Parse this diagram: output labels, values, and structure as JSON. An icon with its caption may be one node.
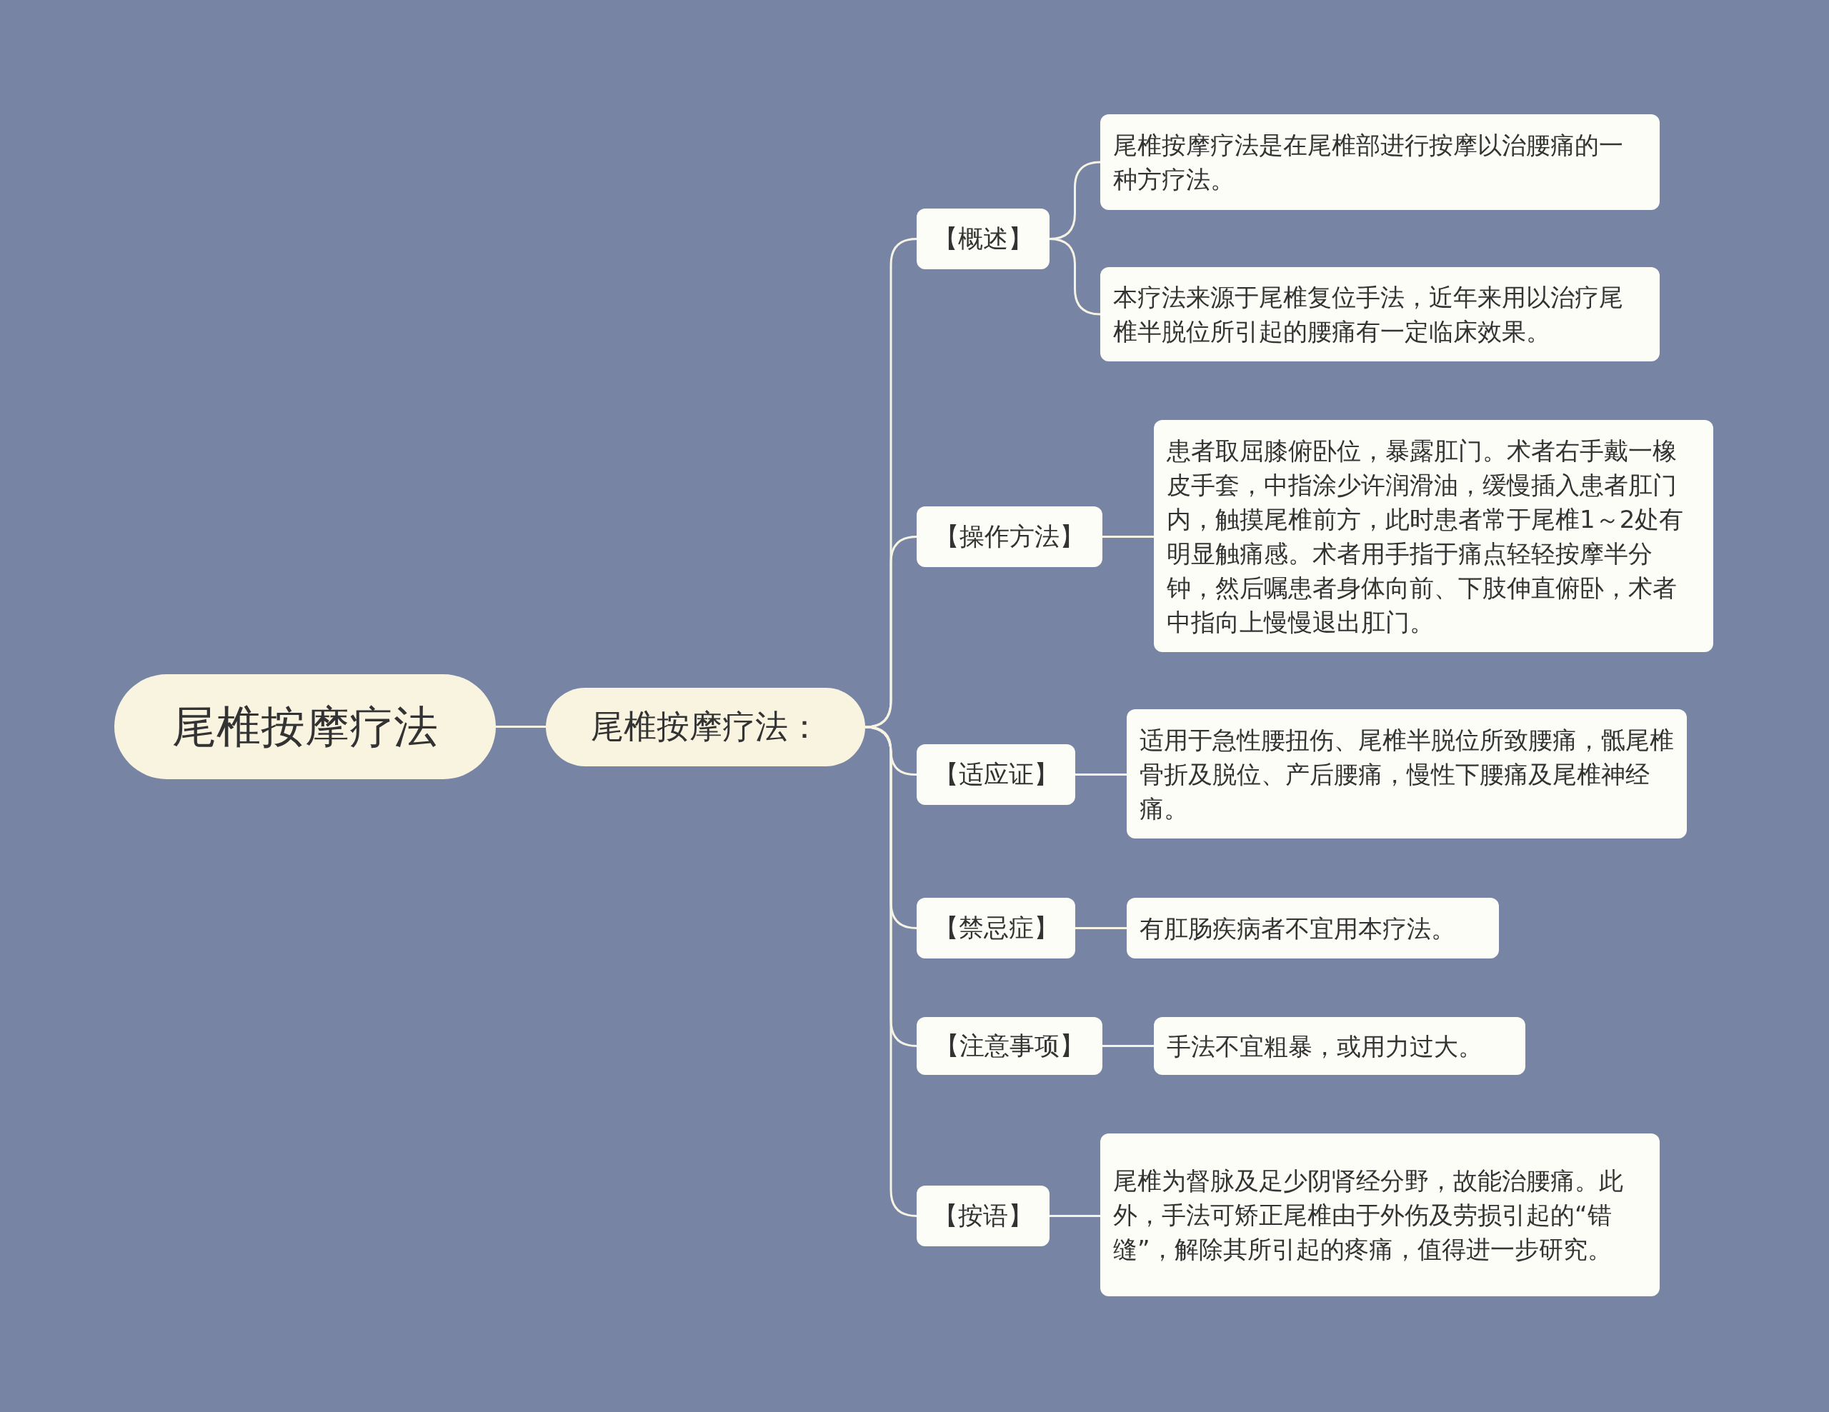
{
  "diagram": {
    "nodes": [
      {
        "text": [
          "尾椎按摩疗法"
        ]
      },
      {
        "text": [
          "尾椎按摩疗法："
        ]
      },
      {
        "text": [
          "【概述】"
        ]
      },
      {
        "text": [
          "尾椎按摩疗法是在尾椎部进行按摩以治腰痛的一种方疗法。"
        ]
      },
      {
        "text": [
          "本疗法来源于尾椎复位手法，近年来用以治疗尾椎半脱位所引起的腰痛有一定临床效果。"
        ]
      },
      {
        "text": [
          "【操作方法】"
        ]
      },
      {
        "text": [
          "患者取屈膝俯卧位，暴露肛门。术者右手戴一橡皮手套，中指涂少许润滑油，缓慢插入患者肛门内，触摸尾椎前方，此时患者常于尾椎1～2处有明显触痛感。术者用手指于痛点轻轻按摩半分钟，然后嘱患者身体向前、下肢伸直俯卧，术者中指向上慢慢退出肛门。"
        ]
      },
      {
        "text": [
          "【适应证】"
        ]
      },
      {
        "text": [
          "适用于急性腰扭伤、尾椎半脱位所致腰痛，骶尾椎骨折及脱位、产后腰痛，慢性下腰痛及尾椎神经痛。"
        ]
      },
      {
        "text": [
          "【禁忌症】"
        ]
      },
      {
        "text": [
          "有肛肠疾病者不宜用本疗法。"
        ]
      },
      {
        "text": [
          "【注意事项】"
        ]
      },
      {
        "text": [
          "手法不宜粗暴，或用力过大。"
        ]
      },
      {
        "text": [
          "【按语】"
        ]
      },
      {
        "text": [
          "尾椎为督脉及足少阴肾经分野，故能治腰痛。此外，手法可矫正尾椎由于外伤及劳损引起的“错缝”，解除其所引起的疼痛，值得进一步研究。"
        ]
      }
    ],
    "edges": [
      {
        "from": 0,
        "to": 1,
        "arrow": "none"
      },
      {
        "from": 1,
        "to": 2,
        "arrow": "none"
      },
      {
        "from": 1,
        "to": 5,
        "arrow": "none"
      },
      {
        "from": 1,
        "to": 7,
        "arrow": "none"
      },
      {
        "from": 1,
        "to": 9,
        "arrow": "none"
      },
      {
        "from": 1,
        "to": 11,
        "arrow": "none"
      },
      {
        "from": 1,
        "to": 13,
        "arrow": "none"
      },
      {
        "from": 2,
        "to": 3,
        "arrow": "none"
      },
      {
        "from": 2,
        "to": 4,
        "arrow": "none"
      },
      {
        "from": 5,
        "to": 6,
        "arrow": "none"
      },
      {
        "from": 7,
        "to": 8,
        "arrow": "none"
      },
      {
        "from": 9,
        "to": 10,
        "arrow": "none"
      },
      {
        "from": 11,
        "to": 12,
        "arrow": "none"
      },
      {
        "from": 13,
        "to": 14,
        "arrow": "none"
      }
    ]
  }
}
